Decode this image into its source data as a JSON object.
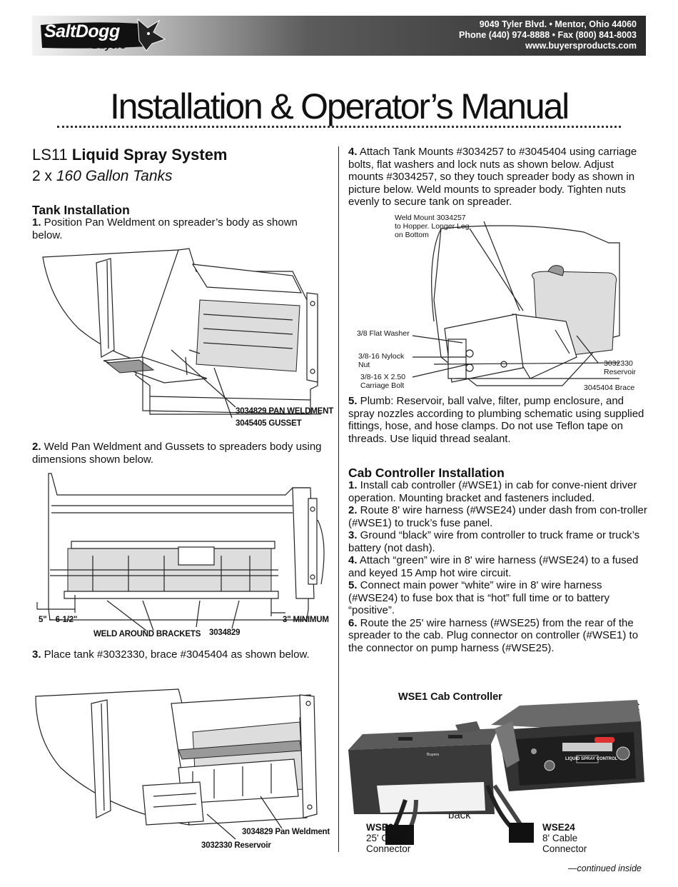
{
  "header": {
    "logo_text": "SaltDogg",
    "logo_by": "by",
    "logo_buyers": "Buyers",
    "address": "9049 Tyler Blvd. • Mentor, Ohio 44060",
    "phone": "Phone (440) 974-8888 • Fax (800) 841-8003",
    "website": "www.buyersproducts.com"
  },
  "title": "Installation & Operator’s Manual",
  "product": {
    "model": "LS11",
    "name": "Liquid Spray System",
    "subtitle_prefix": "2 x ",
    "subtitle_italic": "160 Gallon Tanks"
  },
  "tank_installation": {
    "heading": "Tank Installation",
    "step1_num": "1.",
    "step1_text": " Position Pan Weldment on spreader’s body as shown below.",
    "fig1_label1": "3034829 PAN WELDMENT",
    "fig1_label2": "3045405 GUSSET",
    "step2_num": "2.",
    "step2_text": " Weld Pan Weldment and Gussets to spreaders body using dimensions shown below.",
    "fig2_dim_left": "5\" – 6-1/2\"",
    "fig2_dim_right": "3\" MINIMUM",
    "fig2_weld": "WELD AROUND BRACKETS",
    "fig2_part": "3034829",
    "step3_num": "3.",
    "step3_text": " Place tank #3032330, brace #3045404 as shown below.",
    "fig3_label1": "3034829 Pan Weldment",
    "fig3_label2": "3032330 Reservoir"
  },
  "right_column": {
    "step4_num": "4.",
    "step4_text": " Attach Tank Mounts #3034257 to #3045404 using carriage bolts, flat washers and lock nuts as shown below. Adjust mounts #3034257, so they touch spreader body as shown in picture below. Weld mounts to spreader body. Tighten nuts evenly to secure tank on spreader.",
    "fig4_weld_mount": [
      "Weld Mount 3034257",
      "to Hopper. Longer Leg",
      "on Bottom"
    ],
    "fig4_washer": "3/8 Flat Washer",
    "fig4_nut": [
      "3/8-16 Nylock",
      "Nut"
    ],
    "fig4_bolt": [
      "3/8-16 X 2.50",
      "Carriage Bolt"
    ],
    "fig4_reservoir": [
      "3032330",
      "Reservoir"
    ],
    "fig4_brace": "3045404 Brace",
    "step5_num": "5.",
    "step5_text": " Plumb: Reservoir, ball valve, filter, pump enclosure, and spray nozzles according to plumbing schematic using supplied fittings,  hose, and hose clamps. Do not use Teflon  tape on threads. Use liquid thread sealant."
  },
  "cab_controller": {
    "heading": "Cab Controller Installation",
    "steps": [
      {
        "num": "1.",
        "text": " Install cab controller (#WSE1) in cab for conve-nient driver operation. Mounting bracket and fasteners included."
      },
      {
        "num": "2.",
        "text": " Route 8' wire harness (#WSE24) under dash from con-troller (#WSE1) to truck’s fuse panel."
      },
      {
        "num": "3.",
        "text": " Ground “black” wire from controller to truck frame or truck’s battery (not dash)."
      },
      {
        "num": "4.",
        "text": " Attach “green” wire in 8' wire harness (#WSE24) to a fused and keyed 15 Amp hot wire circuit."
      },
      {
        "num": "5.",
        "text": " Connect main power “white” wire in 8' wire harness (#WSE24) to fuse box that is “hot” full time or to battery “positive”."
      },
      {
        "num": "6.",
        "text": " Route the 25' wire harness (#WSE25) from the rear of the spreader to the cab. Plug connector on controller (#WSE1) to the connector on pump harness (#WSE25)."
      }
    ],
    "photo_title": "WSE1 Cab Controller",
    "front": "front",
    "back": "back",
    "wse25": [
      "WSE25",
      "25' Cable",
      "Connector"
    ],
    "wse24": [
      "WSE24",
      "8' Cable",
      "Connector"
    ],
    "controller_text": "LIQUID SPRAY CONTROL",
    "controller_brand": "Buyers"
  },
  "footer": {
    "continued": "—continued inside"
  }
}
